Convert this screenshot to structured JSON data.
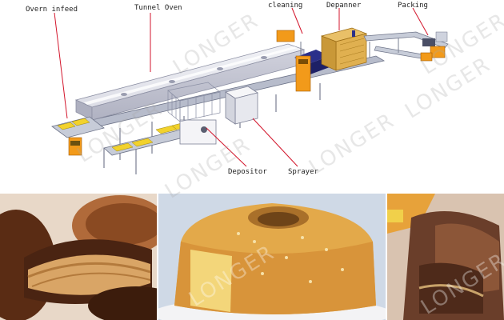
{
  "labels": {
    "overn_infeed": "Overn infeed",
    "tunnel_oven": "Tunnel Oven",
    "cleaning": "cleaning",
    "depanner": "Depanner",
    "packing": "Packing",
    "depositor": "Depositor",
    "sprayer": "Sprayer"
  },
  "watermarks": [
    "LONGER",
    "LONGER",
    "LONGER",
    "LONGER",
    "LONGER",
    "LONGER",
    "LONGER",
    "LONGER"
  ],
  "colors": {
    "oven_top": "#e6e7ee",
    "oven_side": "#c6c7d3",
    "conveyor": "#8f95a8",
    "callout_line": "#d3162c",
    "control_box": "#f29a1a",
    "crate": "#e0b050",
    "cleaning_blue": "#2b2f8a"
  }
}
